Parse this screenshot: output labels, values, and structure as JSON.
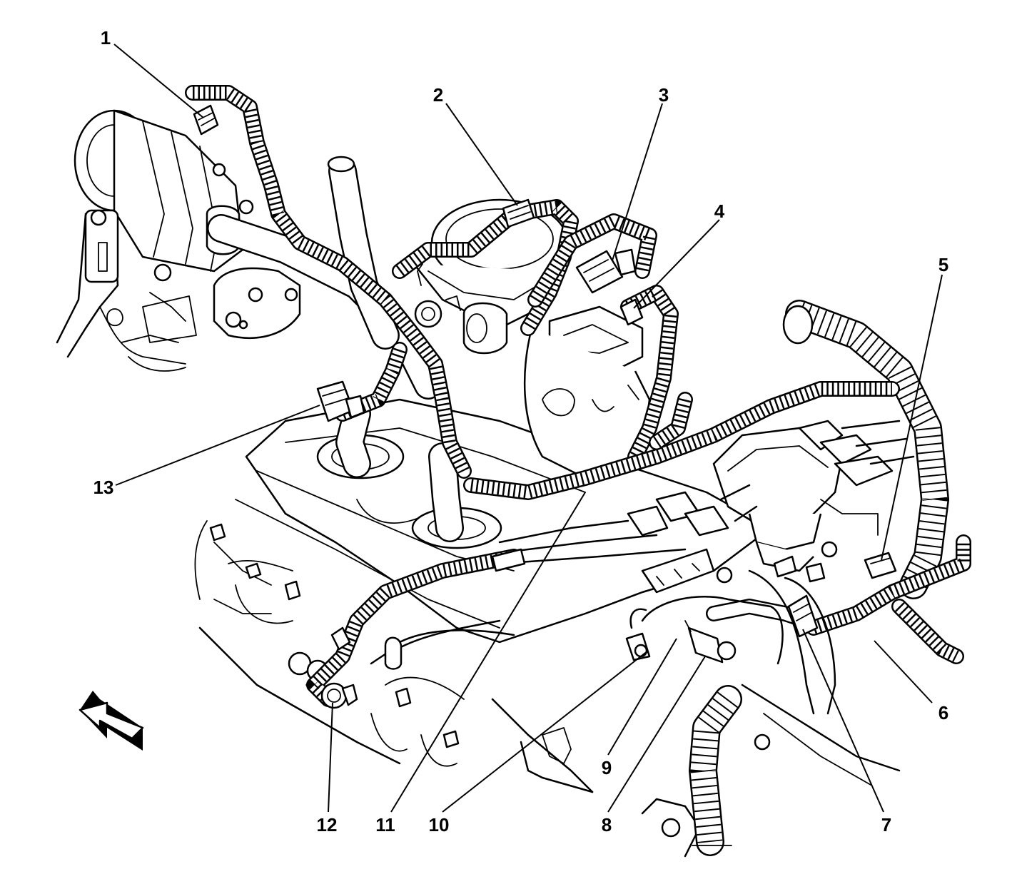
{
  "callouts": [
    {
      "id": 1,
      "label": "1"
    },
    {
      "id": 2,
      "label": "2"
    },
    {
      "id": 3,
      "label": "3"
    },
    {
      "id": 4,
      "label": "4"
    },
    {
      "id": 5,
      "label": "5"
    },
    {
      "id": 6,
      "label": "6"
    },
    {
      "id": 7,
      "label": "7"
    },
    {
      "id": 8,
      "label": "8"
    },
    {
      "id": 9,
      "label": "9"
    },
    {
      "id": 10,
      "label": "10"
    },
    {
      "id": 11,
      "label": "11"
    },
    {
      "id": 12,
      "label": "12"
    },
    {
      "id": 13,
      "label": "13"
    }
  ],
  "orientation_icon": "front-direction-arrow-icon"
}
